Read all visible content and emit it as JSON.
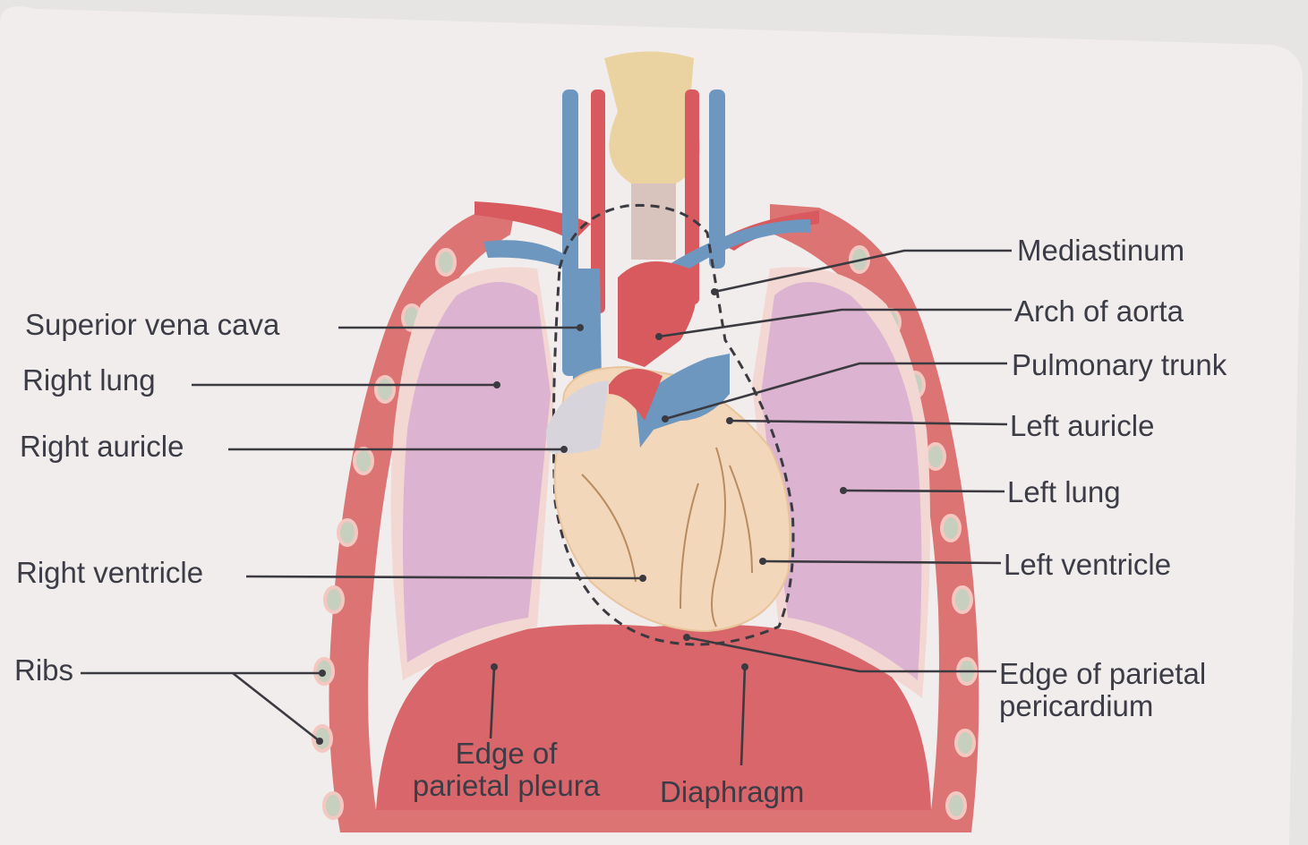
{
  "labels": {
    "superior_vena_cava": "Superior vena cava",
    "right_lung": "Right lung",
    "right_auricle": "Right auricle",
    "right_ventricle": "Right ventricle",
    "ribs": "Ribs",
    "mediastinum": "Mediastinum",
    "arch_of_aorta": "Arch of aorta",
    "pulmonary_trunk": "Pulmonary trunk",
    "left_auricle": "Left auricle",
    "left_lung": "Left lung",
    "left_ventricle": "Left ventricle",
    "edge_of_parietal_pericardium_line1": "Edge of parietal",
    "edge_of_parietal_pericardium_line2": "pericardium",
    "edge_of_parietal_pleura_line1": "Edge of",
    "edge_of_parietal_pleura_line2": "parietal pleura",
    "diaphragm": "Diaphragm"
  },
  "colors": {
    "background": "#e7e4e4",
    "card": "#f1edec",
    "rib_wall": "#dc7474",
    "pleura": "#f3d7d2",
    "lung": "#dcb3d1",
    "heart": "#f2d7bb",
    "artery": "#d85a5e",
    "vein": "#6e97c0",
    "thyroid": "#ead2a1",
    "leader": "#3a3a40"
  }
}
